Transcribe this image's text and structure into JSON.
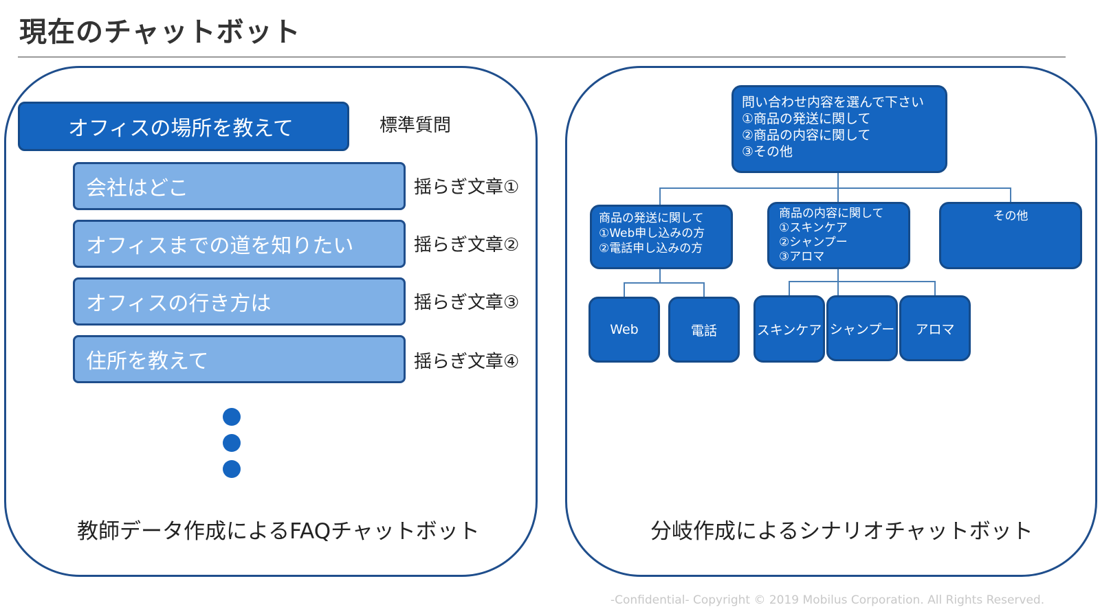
{
  "title": "現在のチャットボット",
  "faq": {
    "standard_question": "オフィスの場所を教えて",
    "standard_label": "標準質問",
    "variations": [
      {
        "text": "会社はどこ",
        "label": "揺らぎ文章①"
      },
      {
        "text": "オフィスまでの道を知りたい",
        "label": "揺らぎ文章②"
      },
      {
        "text": "オフィスの行き方は",
        "label": "揺らぎ文章③"
      },
      {
        "text": "住所を教えて",
        "label": "揺らぎ文章④"
      }
    ],
    "caption": "教師データ作成によるFAQチャットボット"
  },
  "scenario": {
    "root": "問い合わせ内容を選んで下さい\n①商品の発送に関して\n②商品の内容に関して\n③その他",
    "branches": [
      "商品の発送に関して\n①Web申し込みの方\n②電話申し込みの方",
      "商品の内容に関して\n①スキンケア\n②シャンプー\n③アロマ",
      "その他"
    ],
    "leaves": [
      "Web",
      "電話",
      "スキンケア",
      "シャンプー",
      "アロマ"
    ],
    "caption": "分岐作成によるシナリオチャットボット"
  },
  "footer": "-Confidential-  Copyright © 2019 Mobilus Corporation. All Rights Reserved.",
  "colors": {
    "node": "#1565c0",
    "variation": "#7fb0e6",
    "border": "#1f4e8c",
    "line": "#4a7fb5"
  }
}
